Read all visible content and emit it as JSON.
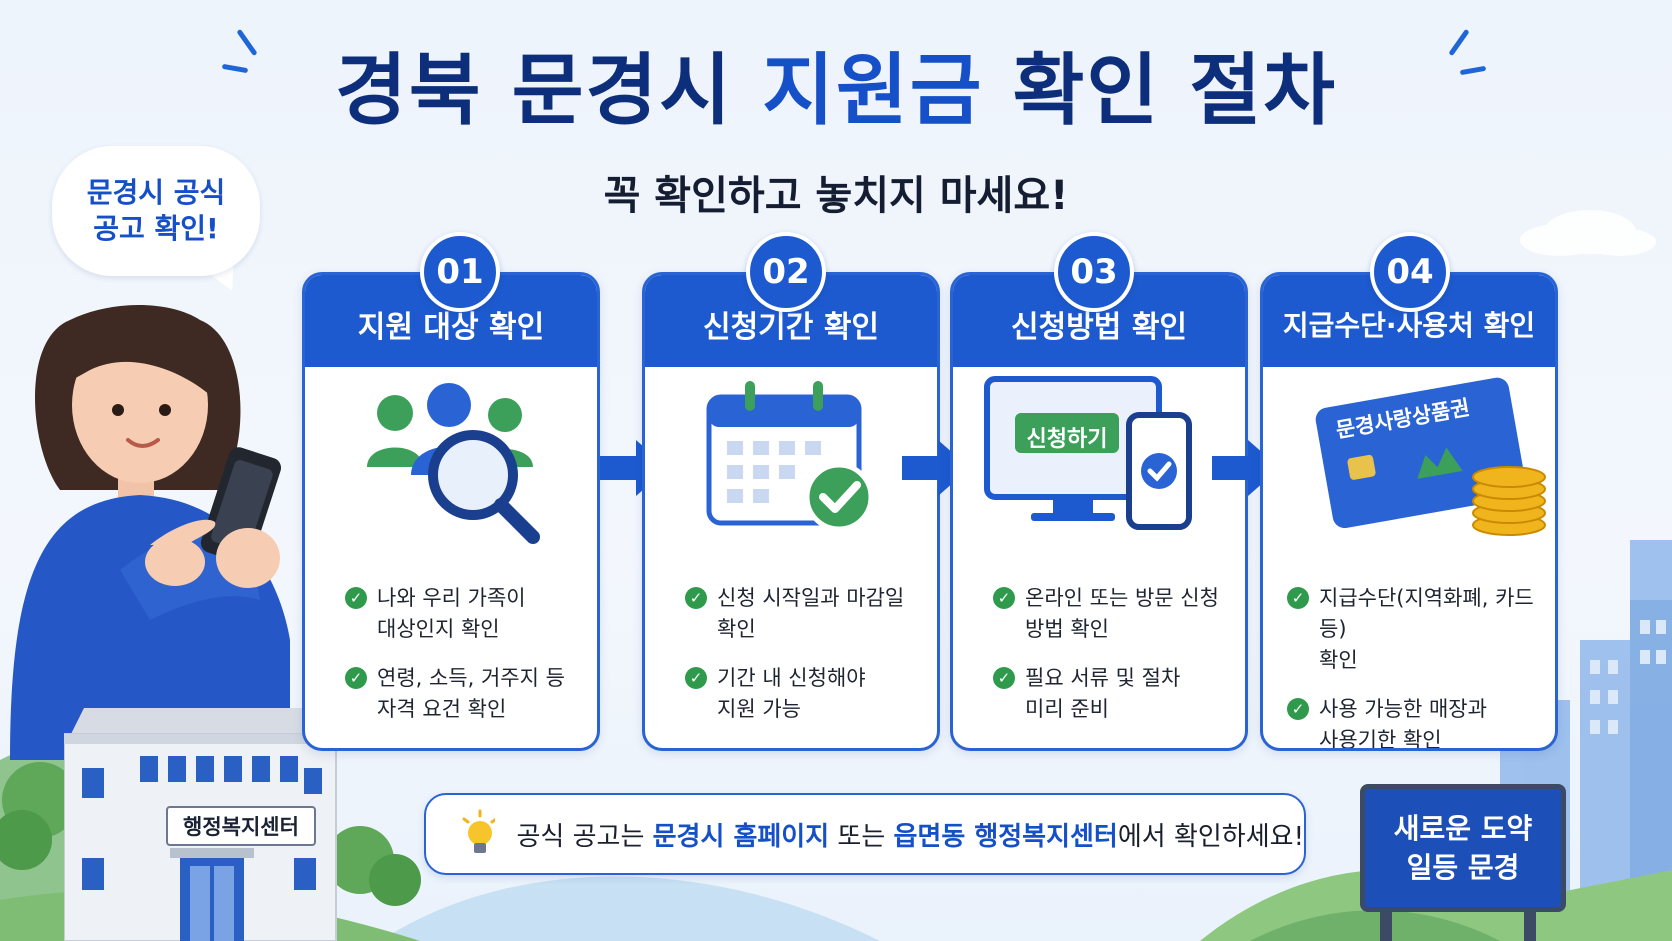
{
  "title": {
    "part1": "경북 문경시 ",
    "part2": "지원금",
    "part3": " 확인 절차"
  },
  "subtitle": "꼭 확인하고 놓치지 마세요!",
  "bubble": {
    "line1": "문경시 공식",
    "line2": "공고 확인!"
  },
  "steps": [
    {
      "number": "01",
      "title": "지원 대상 확인",
      "icon": "people-search-icon",
      "items": [
        "나와 우리 가족이\n대상인지 확인",
        "연령, 소득, 거주지 등\n자격 요건 확인"
      ]
    },
    {
      "number": "02",
      "title": "신청기간 확인",
      "icon": "calendar-check-icon",
      "items": [
        "신청 시작일과 마감일\n확인",
        "기간 내 신청해야\n지원 가능"
      ]
    },
    {
      "number": "03",
      "title": "신청방법 확인",
      "icon": "monitor-phone-icon",
      "apply_button": "신청하기",
      "items": [
        "온라인 또는 방문 신청\n방법 확인",
        "필요 서류 및 절차\n미리 준비"
      ]
    },
    {
      "number": "04",
      "title": "지급수단·사용처 확인",
      "icon": "gift-card-coins-icon",
      "card_label": "문경사랑상품권",
      "items": [
        "지급수단(지역화폐, 카드 등)\n확인",
        "사용 가능한 매장과\n사용기한 확인"
      ]
    }
  ],
  "notice": {
    "p1": "공식 공고는 ",
    "p2": "문경시 홈페이지",
    "p3": " 또는 ",
    "p4": "읍면동 행정복지센터",
    "p5": "에서 확인하세요!",
    "icon": "lightbulb-icon"
  },
  "building_label": "행정복지센터",
  "sign": {
    "line1": "새로운 도약",
    "line2": "일등 문경"
  },
  "colors": {
    "primary": "#1d5ad0",
    "title": "#0d2e7a",
    "check": "#2f9a4c",
    "accent_green": "#3da05a"
  }
}
